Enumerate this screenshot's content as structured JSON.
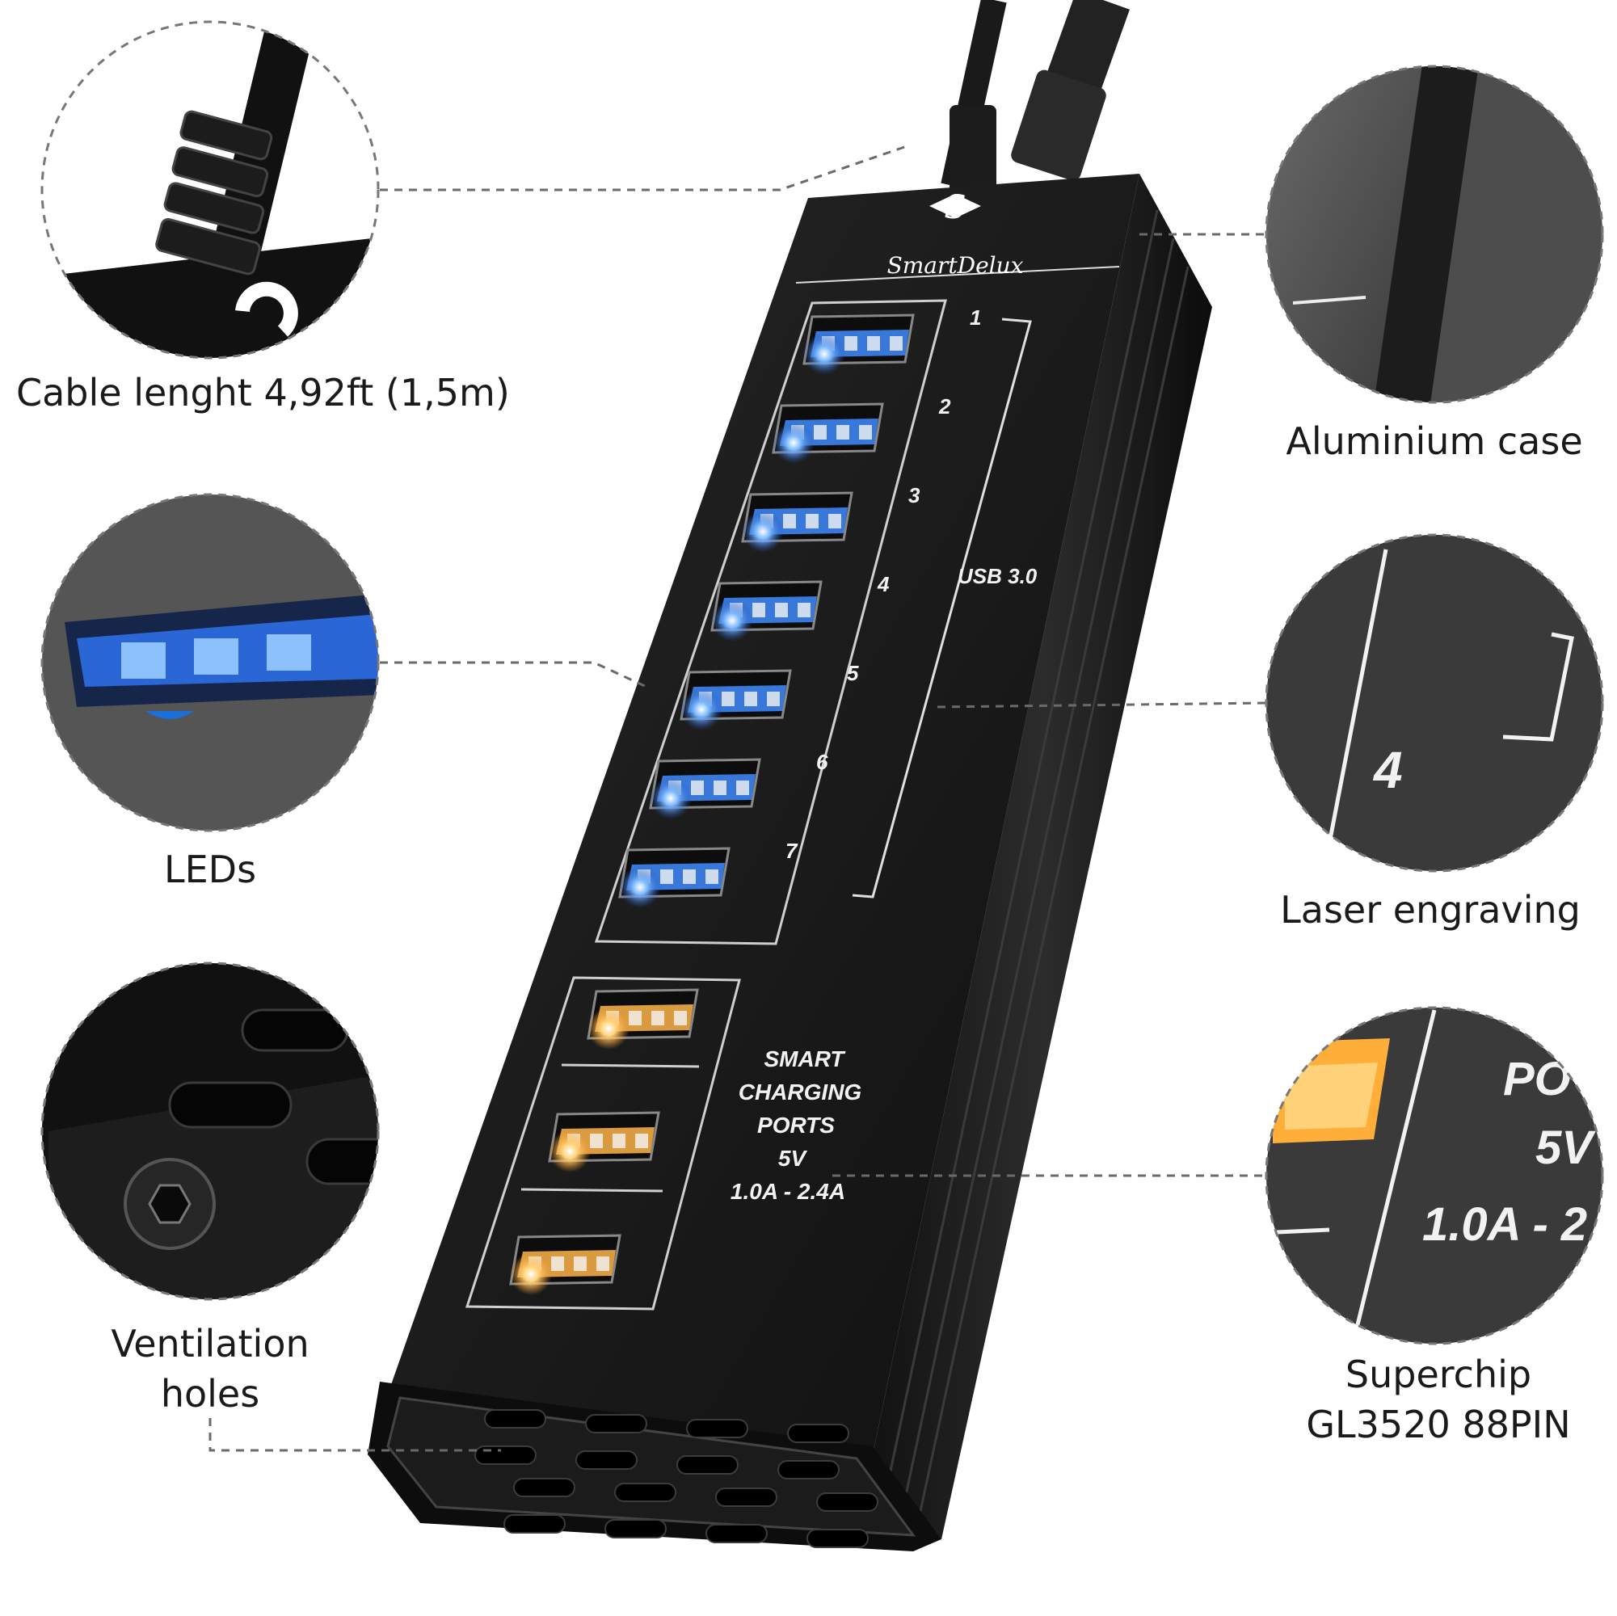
{
  "brand": {
    "name": "SmartDelux",
    "logo_letter": "S"
  },
  "hub": {
    "usb_label": "USB 3.0",
    "data_ports": [
      "1",
      "2",
      "3",
      "4",
      "5",
      "6",
      "7"
    ],
    "charging_lines": [
      "SMART",
      "CHARGING",
      "PORTS",
      "5V",
      "1.0A - 2.4A"
    ],
    "led_color_data": "#3f8cff",
    "led_color_charging": "#ffb44a"
  },
  "callouts": {
    "cable": {
      "caption": "Cable lenght 4,92ft (1,5m)"
    },
    "leds": {
      "caption": "LEDs"
    },
    "ventilation": {
      "line1": "Ventilation",
      "line2": "holes"
    },
    "aluminium": {
      "caption": "Aluminium case"
    },
    "engraving": {
      "caption": "Laser engraving",
      "sample": "4"
    },
    "chip": {
      "line1": "Superchip",
      "line2": "GL3520 88PIN",
      "sample_lines": [
        "PO",
        "5V",
        "1.0A - 2"
      ]
    }
  }
}
